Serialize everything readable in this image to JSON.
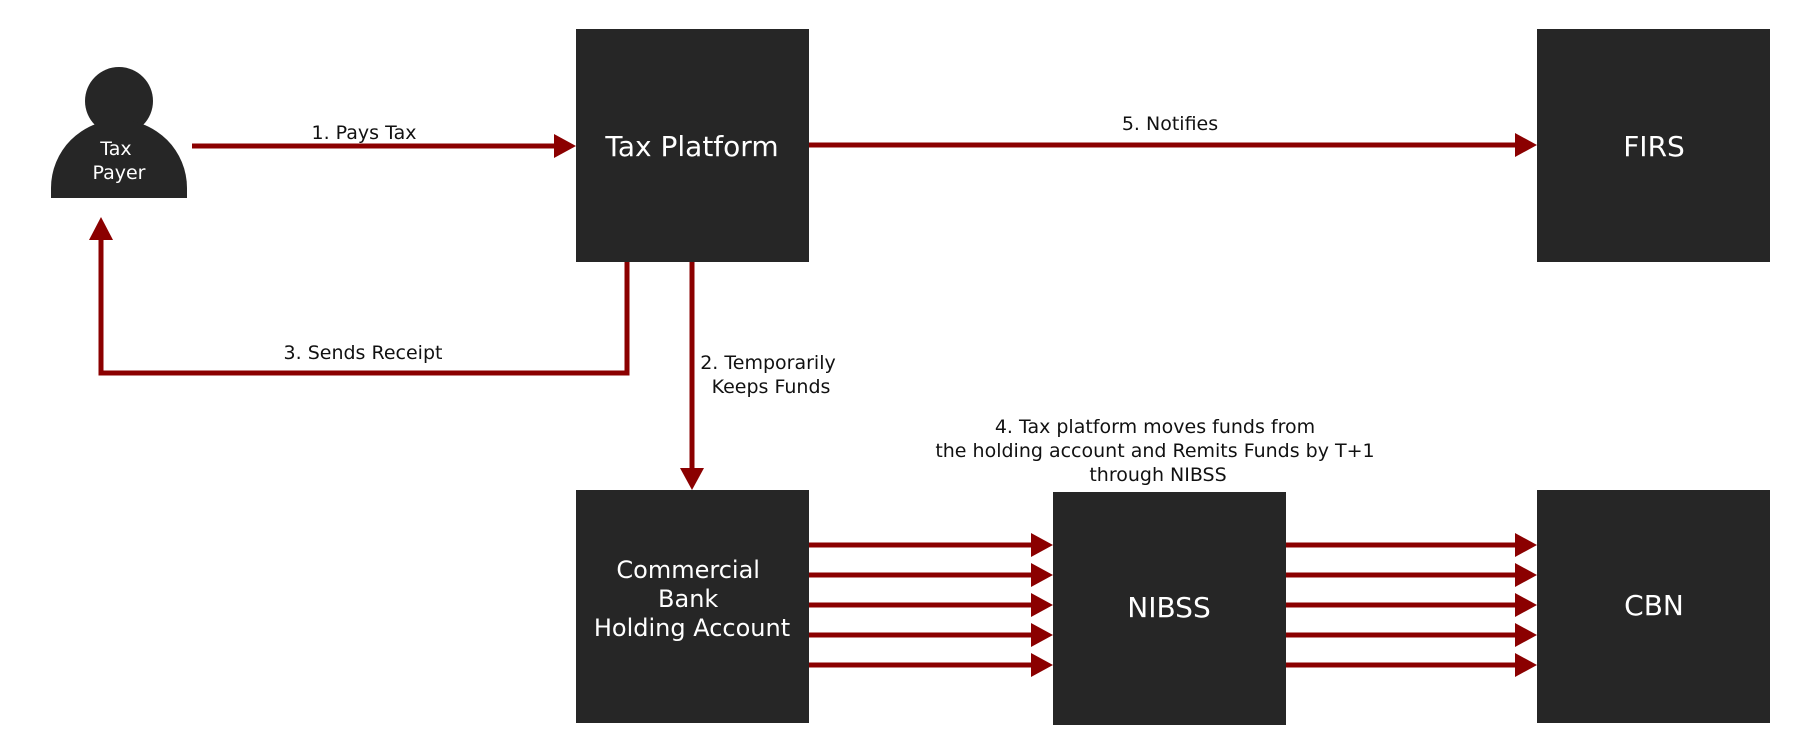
{
  "colors": {
    "node": "#262626",
    "arrow": "#8b0000",
    "node_text": "#ffffff",
    "label_text": "#111111"
  },
  "actor": {
    "icon": "person-icon",
    "label_lines": [
      "Tax",
      "Payer"
    ]
  },
  "nodes": {
    "tax_platform": {
      "label_lines": [
        "Tax Platform"
      ]
    },
    "firs": {
      "label_lines": [
        "FIRS"
      ]
    },
    "holding_account": {
      "label_lines": [
        "Commercial",
        "Bank",
        "Holding Account"
      ]
    },
    "nibss": {
      "label_lines": [
        "NIBSS"
      ]
    },
    "cbn": {
      "label_lines": [
        "CBN"
      ]
    }
  },
  "edges": {
    "pays_tax": {
      "label_lines": [
        "1. Pays Tax"
      ]
    },
    "keeps_funds": {
      "label_lines": [
        "2. Temporarily",
        "Keeps Funds"
      ]
    },
    "sends_receipt": {
      "label_lines": [
        "3. Sends Receipt"
      ]
    },
    "remits_funds": {
      "label_lines": [
        "4. Tax platform moves funds from",
        "the holding account and Remits Funds by T+1",
        "through NIBSS"
      ]
    },
    "notifies": {
      "label_lines": [
        "5. Notifies"
      ]
    }
  }
}
